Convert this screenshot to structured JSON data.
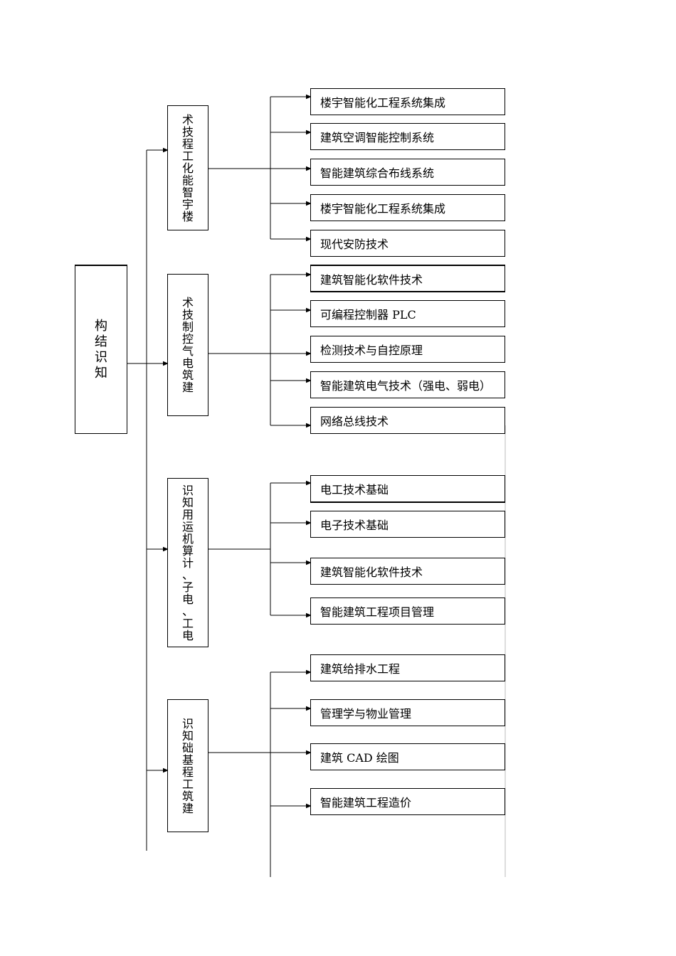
{
  "root": {
    "label": "构结识知"
  },
  "groups": [
    {
      "label": "术技程工化能智宇楼",
      "items": [
        "楼宇智能化工程系统集成",
        "建筑空调智能控制系统",
        "智能建筑综合布线系统",
        "楼宇智能化工程系统集成",
        "现代安防技术"
      ]
    },
    {
      "label": "术技制控气电筑建",
      "items": [
        "建筑智能化软件技术",
        "可编程控制器 PLC",
        "检测技术与自控原理",
        "智能建筑电气技术（强电、弱电）",
        "网络总线技术"
      ]
    },
    {
      "label": "识知用运机算计、子电、工电",
      "items": [
        "电工技术基础",
        "电子技术基础",
        "建筑智能化软件技术",
        "智能建筑工程项目管理"
      ]
    },
    {
      "label": "识知础基程工筑建",
      "items": [
        "建筑给排水工程",
        "管理学与物业管理",
        "建筑 CAD 绘图",
        "智能建筑工程造价"
      ]
    }
  ]
}
